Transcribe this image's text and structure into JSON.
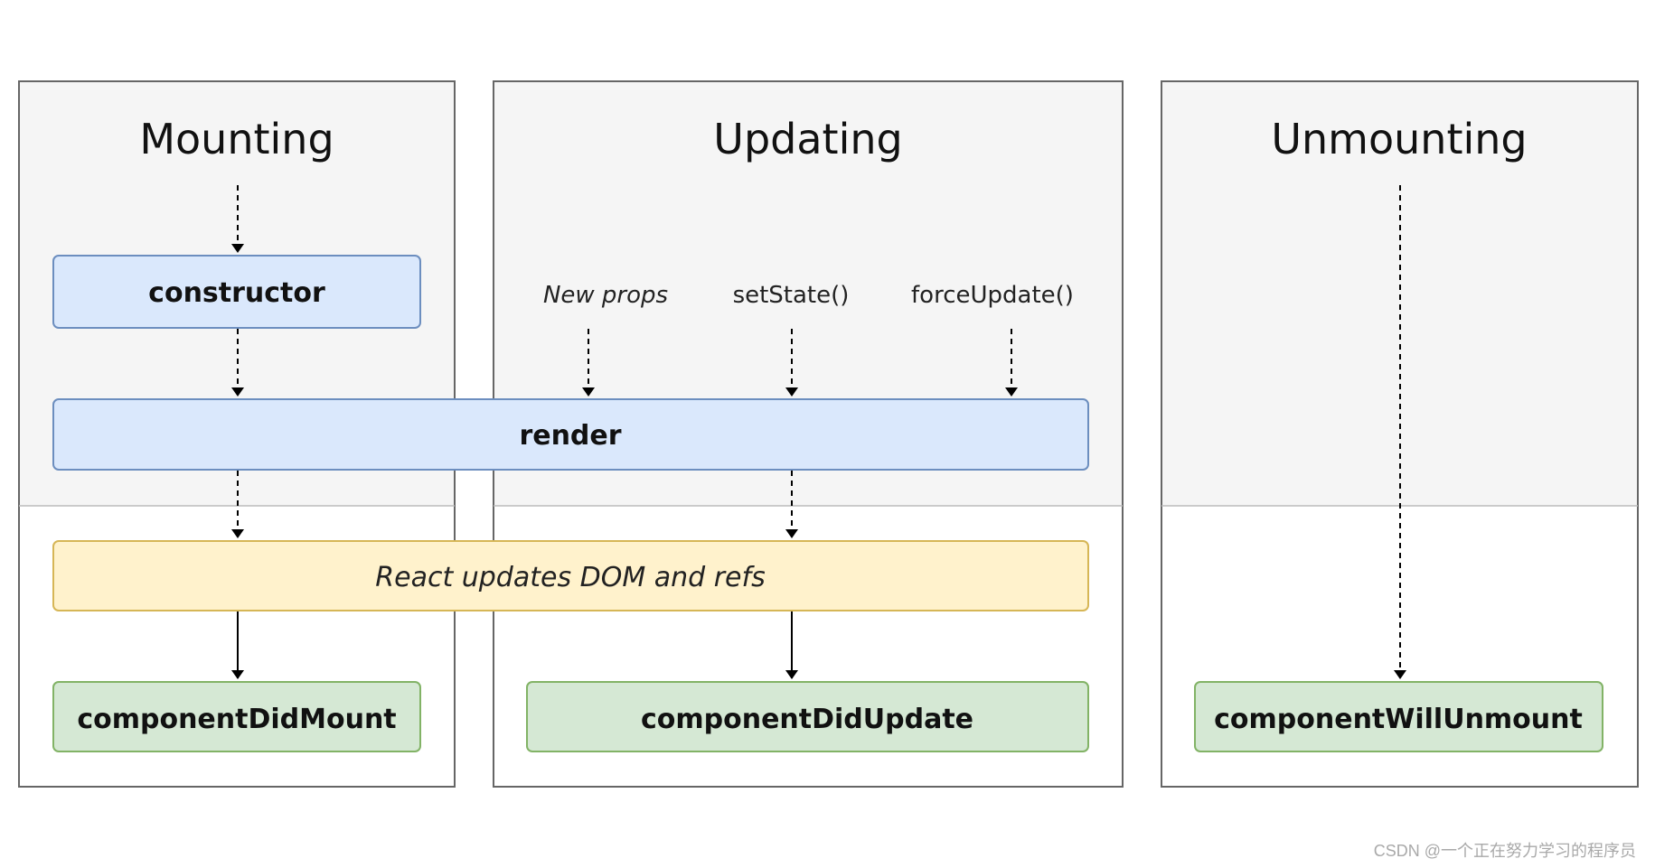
{
  "phases": {
    "mounting": "Mounting",
    "updating": "Updating",
    "unmounting": "Unmounting"
  },
  "triggers": {
    "new_props": "New props",
    "set_state": "setState()",
    "force_update": "forceUpdate()"
  },
  "nodes": {
    "constructor": "constructor",
    "render": "render",
    "react_updates": "React updates DOM and refs",
    "did_mount": "componentDidMount",
    "did_update": "componentDidUpdate",
    "will_unmount": "componentWillUnmount"
  },
  "watermark": "CSDN @一个正在努力学习的程序员",
  "colors": {
    "phase_bg": "#f5f5f5",
    "phase_border": "#666666",
    "blue_fill": "#dae8fc",
    "blue_stroke": "#6c8ebf",
    "yellow_fill": "#fff2cc",
    "yellow_stroke": "#d6b656",
    "green_fill": "#d5e8d4",
    "green_stroke": "#82b366"
  }
}
